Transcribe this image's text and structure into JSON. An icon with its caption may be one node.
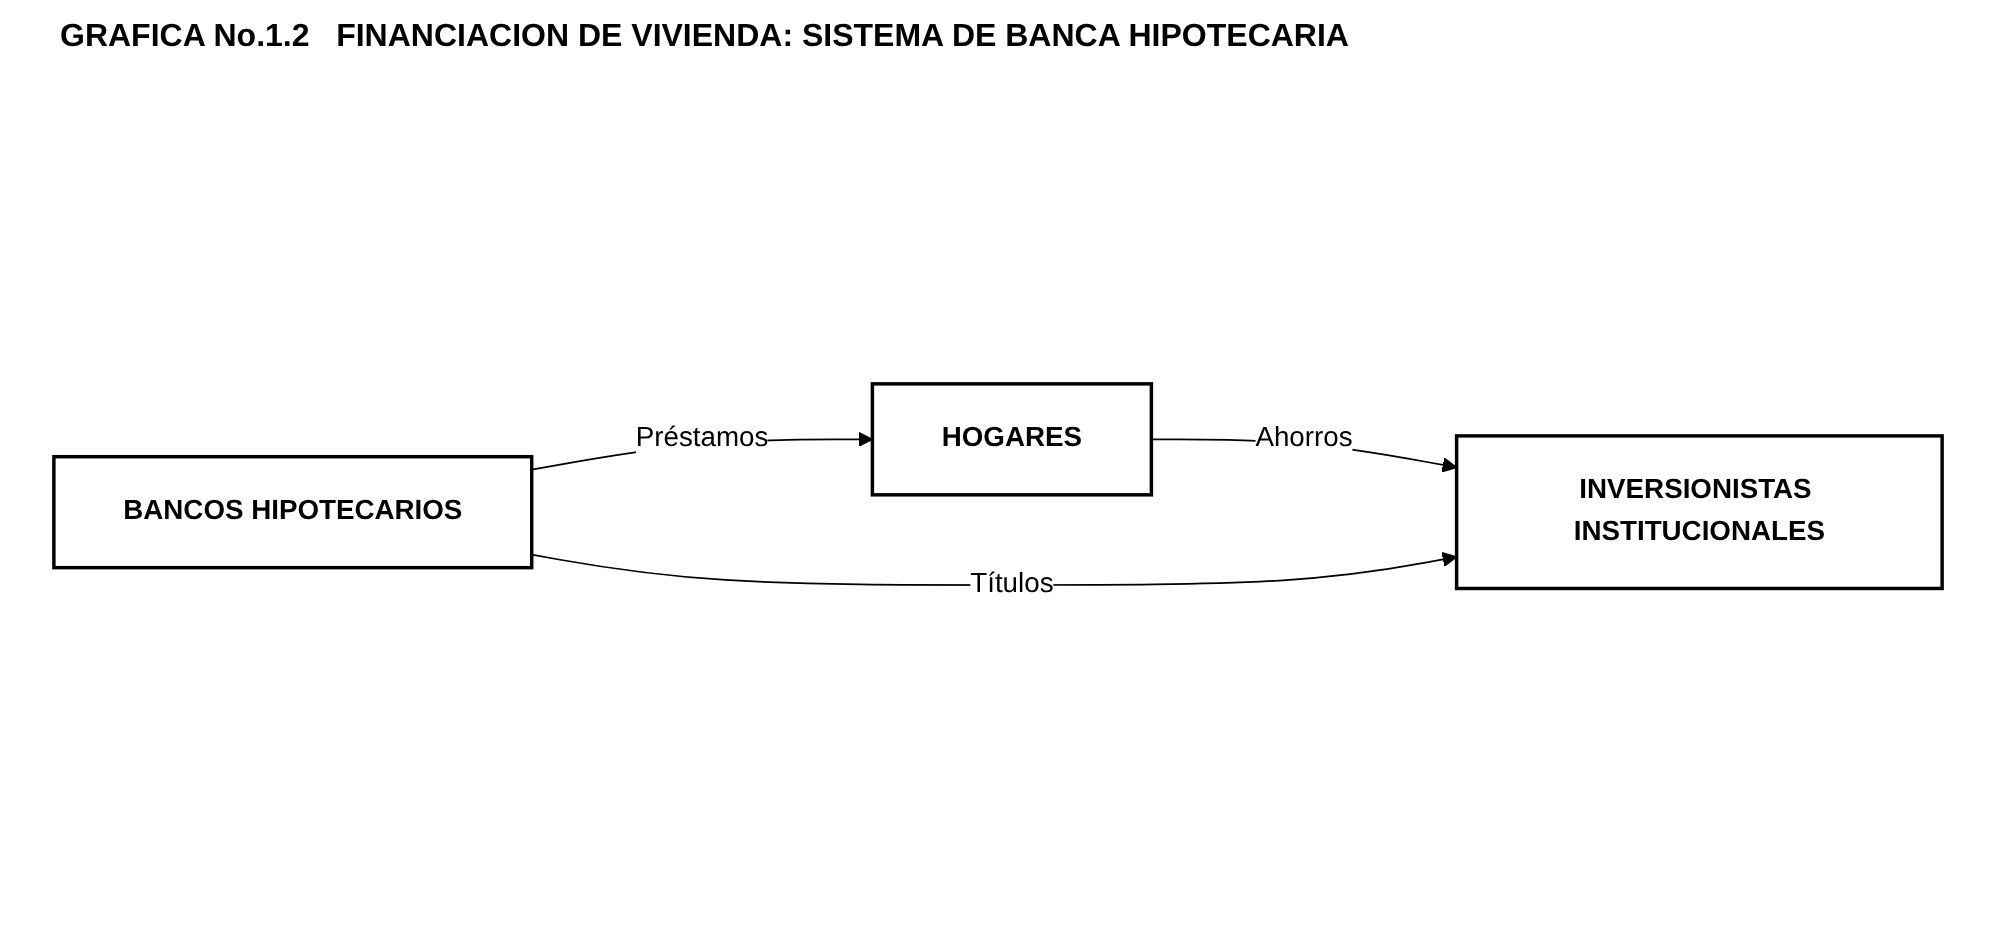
{
  "diagram": {
    "title": "GRAFICA No.1.2   FINANCIACION DE VIVIENDA: SISTEMA DE BANCA HIPOTECARIA",
    "nodes": [
      {
        "text": [
          "HOGARES"
        ]
      },
      {
        "text": [
          "BANCOS HIPOTECARIOS"
        ]
      },
      {
        "text": [
          "INVERSIONISTAS INSTITUCIONALES"
        ]
      }
    ],
    "edges": [
      {
        "from": 1,
        "to": 0,
        "arrow": "to",
        "label": "Préstamos"
      },
      {
        "from": 0,
        "to": 2,
        "arrow": "to",
        "label": "Ahorros"
      },
      {
        "from": 1,
        "to": 2,
        "arrow": "to",
        "label": "Títulos"
      }
    ]
  }
}
